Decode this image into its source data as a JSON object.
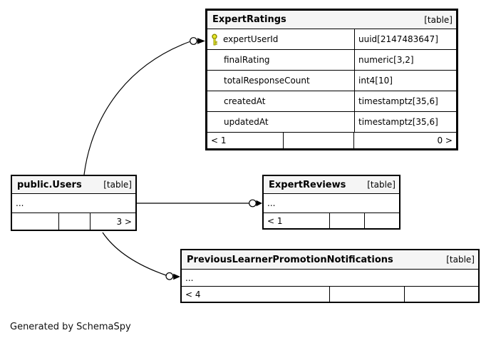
{
  "note": "Generated by SchemaSpy",
  "colors": {
    "border": "#000000",
    "header_bg": "#f5f5f5",
    "key": "#e9ea2b"
  },
  "tables": {
    "expertRatings": {
      "name": "ExpertRatings",
      "tag": "[table]",
      "columns": [
        {
          "name": "expertUserId",
          "type": "uuid[2147483647]",
          "pk": true
        },
        {
          "name": "finalRating",
          "type": "numeric[3,2]",
          "pk": false
        },
        {
          "name": "totalResponseCount",
          "type": "int4[10]",
          "pk": false
        },
        {
          "name": "createdAt",
          "type": "timestamptz[35,6]",
          "pk": false
        },
        {
          "name": "updatedAt",
          "type": "timestamptz[35,6]",
          "pk": false
        }
      ],
      "footer": {
        "left": "< 1",
        "middle": "",
        "right": "0 >"
      }
    },
    "publicUsers": {
      "name": "public.Users",
      "tag": "[table]",
      "ellipsis": "...",
      "footer": {
        "left": "",
        "middle": "",
        "right": "3 >"
      }
    },
    "expertReviews": {
      "name": "ExpertReviews",
      "tag": "[table]",
      "ellipsis": "...",
      "footer": {
        "left": "< 1",
        "middle": "",
        "right": ""
      }
    },
    "promoNotifications": {
      "name": "PreviousLearnerPromotionNotifications",
      "tag": "[table]",
      "ellipsis": "...",
      "footer": {
        "left": "< 4",
        "middle": "",
        "right": ""
      }
    }
  }
}
